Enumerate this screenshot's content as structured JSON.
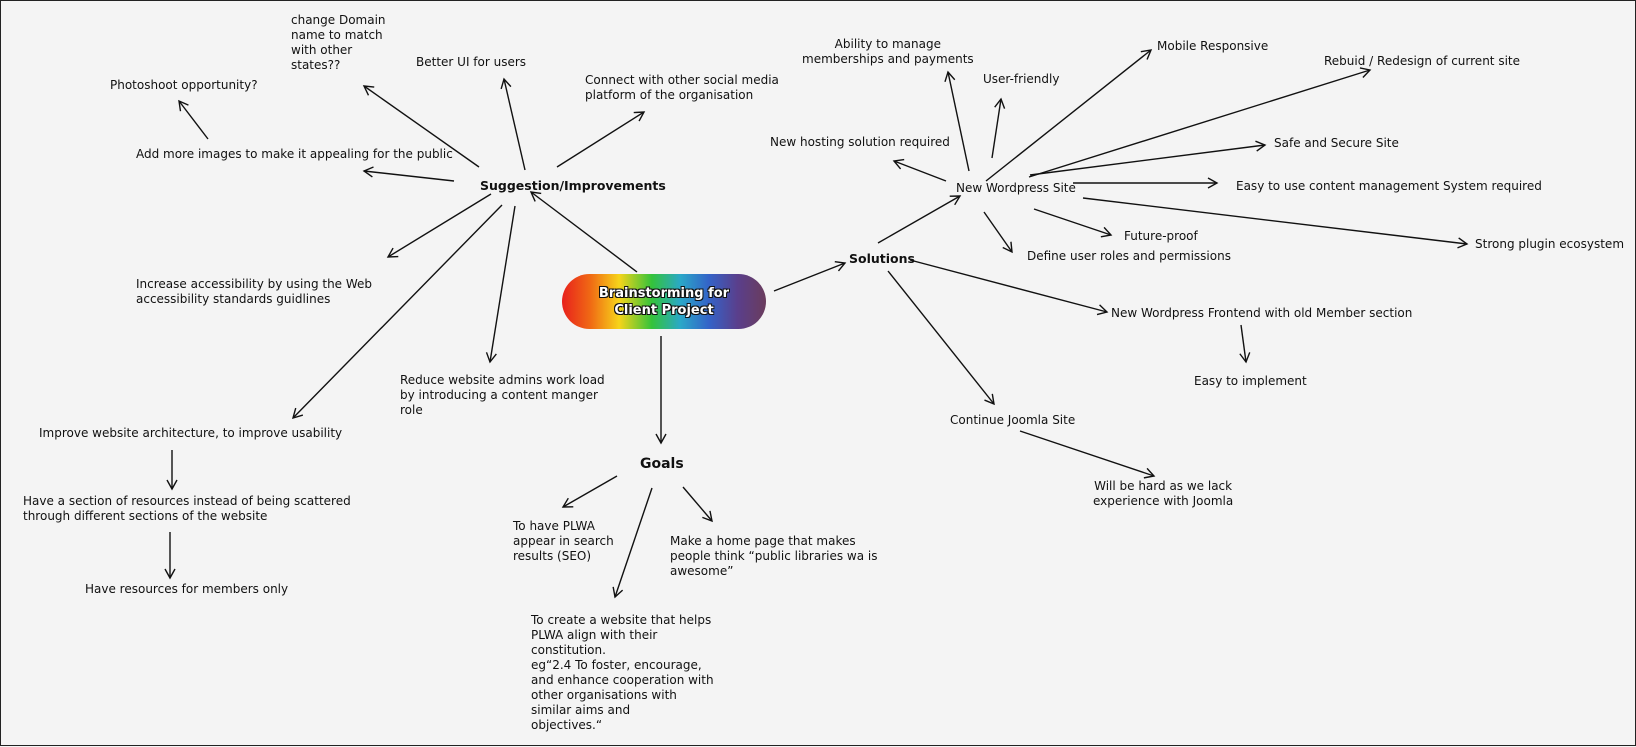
{
  "central_topic": "Brainstorming for Client Project",
  "suggestions": {
    "hub": "Suggestion/Improvements",
    "items": {
      "change_domain": "change Domain\nname to match\nwith other\nstates??",
      "better_ui": "Better UI for users",
      "photoshoot": "Photoshoot opportunity?",
      "connect_social": "Connect with other social media\nplatform of the organisation",
      "add_images": "Add more images to make it appealing for the public",
      "accessibility": "Increase accessibility by using the Web\naccessibility standards guidlines",
      "reduce_workload": "Reduce website admins work load\nby introducing a content manger\nrole",
      "improve_architecture": "Improve website architecture, to improve usability",
      "resources_section": "Have a section of resources instead of being scattered\nthrough different sections of the website",
      "members_resources": "Have resources for members only"
    }
  },
  "goals": {
    "hub": "Goals",
    "items": {
      "seo": "To have PLWA\nappear in search\nresults (SEO)",
      "home_page": "Make a home page that makes\npeople think “public libraries wa is\nawesome”",
      "constitution": "To create a website that helps\nPLWA align with their\nconstitution.\neg“2.4 To foster, encourage,\nand enhance cooperation with\nother organisations with\nsimilar aims and\nobjectives.“"
    }
  },
  "solutions": {
    "hub": "Solutions",
    "new_wordpress": "New Wordpress Site",
    "wordpress_items": {
      "memberships": "Ability to manage\nmemberships and payments",
      "user_friendly": "User-friendly",
      "mobile": "Mobile Responsive",
      "rebuild": "Rebuid / Redesign of current site",
      "hosting": "New hosting solution required",
      "secure": "Safe and Secure Site",
      "cms": "Easy to use content management System required",
      "future_proof": "Future-proof",
      "user_roles": "Define user roles and permissions",
      "plugins": "Strong plugin ecosystem"
    },
    "frontend": "New Wordpress Frontend with old Member section",
    "easy_implement": "Easy to implement",
    "joomla": "Continue Joomla Site",
    "joomla_hard": "Will be hard as we lack\nexperience with Joomla"
  }
}
